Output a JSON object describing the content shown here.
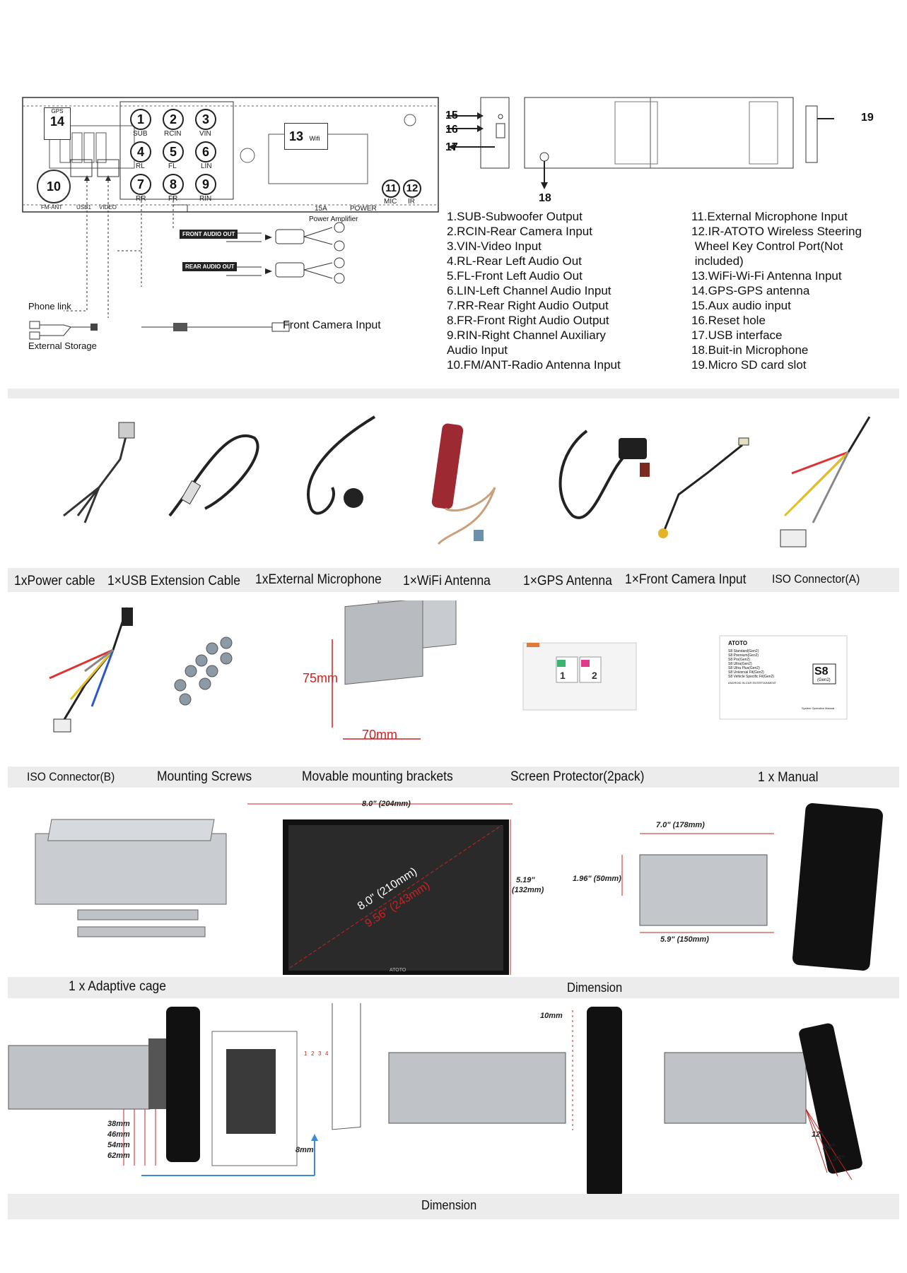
{
  "wiring": {
    "pins": [
      {
        "n": "1",
        "label": "SUB"
      },
      {
        "n": "2",
        "label": "RCIN"
      },
      {
        "n": "3",
        "label": "VIN"
      },
      {
        "n": "4",
        "label": "RL"
      },
      {
        "n": "5",
        "label": "FL"
      },
      {
        "n": "6",
        "label": "LIN"
      },
      {
        "n": "7",
        "label": "RR"
      },
      {
        "n": "8",
        "label": "FR"
      },
      {
        "n": "9",
        "label": "RIN"
      }
    ],
    "gps_label": "GPS",
    "gps_num": "14",
    "wifi_num": "13",
    "wifi_label": "Wifi",
    "fm_num": "10",
    "fm_label": "FM-ANT",
    "usb_label": "USB1",
    "video_label": "VIDEO",
    "mic_num": "11",
    "mic_label": "MIC",
    "ir_num": "12",
    "ir_label": "IR",
    "fuse_label": "15A",
    "power_label": "POWER",
    "front_audio_out": "FRONT AUDIO OUT",
    "rear_audio_out": "REAR AUDIO OUT",
    "power_amplifier": "Power Amplifier",
    "phone_link": "Phone link",
    "external_storage": "External Storage",
    "front_camera_input": "Front Camera Input"
  },
  "side_callouts": [
    "15",
    "16",
    "17",
    "18",
    "19"
  ],
  "legend_left": [
    "1.SUB-Subwoofer Output",
    "2.RCIN-Rear Camera Input",
    "3.VIN-Video Input",
    "4.RL-Rear Left  Audio Out",
    "5.FL-Front Left  Audio Out",
    "6.LIN-Left  Channel  Audio Input",
    "7.RR-Rear Right  Audio Output",
    "8.FR-Front Right  Audio Output",
    "9.RIN-Right Channel Auxiliary",
    "Audio Input",
    "10.FM/ANT-Radio  Antenna Input"
  ],
  "legend_right": [
    "11.External Microphone Input",
    "12.IR-ATOTO Wireless Steering",
    " Wheel Key Control Port(Not",
    " included)",
    "13.WiFi-Wi-Fi Antenna Input",
    "14.GPS-GPS antenna",
    "15.Aux audio input",
    "16.Reset hole",
    "17.USB interface",
    "18.Buit-in Microphone",
    "19.Micro SD card slot"
  ],
  "accessories_row1": [
    "1xPower cable",
    "1×USB Extension Cable",
    "1xExternal Microphone",
    "1×WiFi Antenna",
    "1×GPS Antenna",
    "1×Front Camera Input",
    "ISO Connector(A)"
  ],
  "accessories_row2": [
    "ISO Connector(B)",
    "Mounting Screws",
    "Movable mounting brackets",
    "Screen Protector(2pack)",
    "1 x Manual"
  ],
  "bracket_dims": {
    "height": "75mm",
    "width": "70mm"
  },
  "manual": {
    "brand": "ATOTO",
    "model": "S8",
    "gen": "(Gen2)",
    "lines": [
      "S8 Standard(Gen2)",
      "S8 Premium(Gen2)",
      "S8 Pro(Gen2)",
      "S8 Ultra(Gen2)",
      "S8 Ultra Plus(Gen2)",
      "S8 Universal Fit(Gen2)",
      "S8 Vehicle Specific Fit(Gen2)"
    ],
    "footer": "ANDROID IN-CAR ENTERTAINMENT",
    "op_manual": "System Operation Manual"
  },
  "protector_nums": [
    "1",
    "2"
  ],
  "row3_captions": [
    "1 x Adaptive cage",
    "Dimension"
  ],
  "screen_dims": {
    "width": "8.0\" (204mm)",
    "diag1": "8.0\" (210mm)",
    "diag2": "9.56\" (243mm)",
    "height1": "5.19\"",
    "height2": "(132mm)",
    "brand": "ATOTO"
  },
  "unit_dims": {
    "top": "7.0\" (178mm)",
    "height": "1.96\" (50mm)",
    "depth": "5.9\" (150mm)"
  },
  "row4_caption": "Dimension",
  "adjust_dims": {
    "offsets": [
      "38mm",
      "46mm",
      "54mm",
      "62mm"
    ],
    "slot_nums": [
      "1",
      "2",
      "3",
      "4"
    ],
    "small": "8mm",
    "lift": "10mm",
    "angles": [
      "12°",
      "24°",
      "36°"
    ]
  },
  "watermark": "ATOTO",
  "colors": {
    "band": "#ececec",
    "red": "#cc2a2a",
    "blue": "#3b8bd6",
    "line": "#333333"
  }
}
